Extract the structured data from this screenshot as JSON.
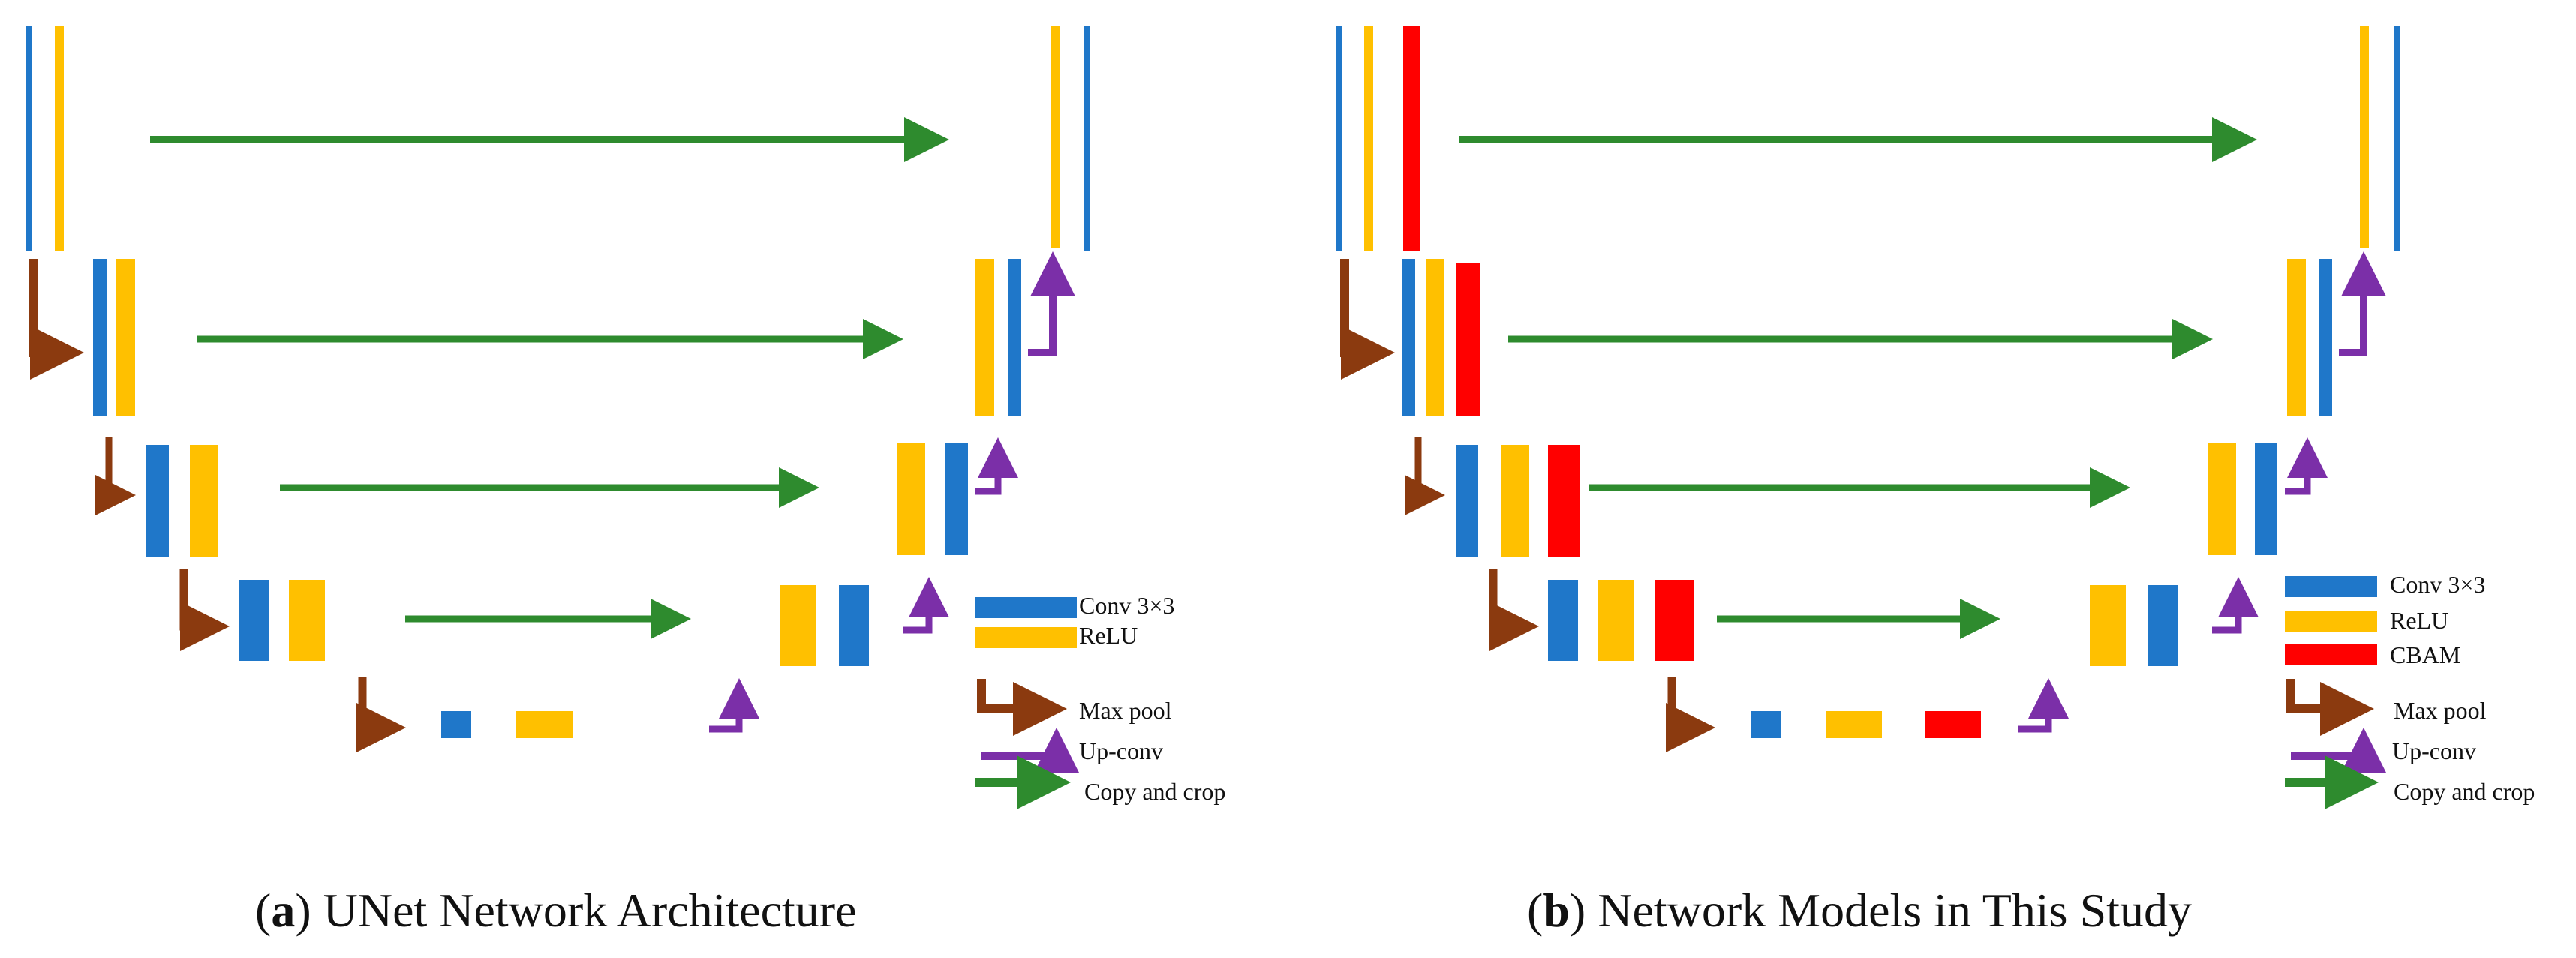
{
  "colors": {
    "conv": "#1f77c9",
    "relu": "#ffc000",
    "cbam": "#ff0000",
    "maxpool": "#8b3a0f",
    "upconv": "#7b2fa8",
    "copy": "#2e8b2e"
  },
  "panels": [
    {
      "id": "a",
      "caption_letter": "a",
      "caption_text": "UNet Network Architecture",
      "legend": [
        {
          "type": "conv",
          "label": "Conv 3×3"
        },
        {
          "type": "relu",
          "label": "ReLU"
        },
        {
          "type": "maxpool",
          "label": "Max pool"
        },
        {
          "type": "upconv",
          "label": "Up-conv"
        },
        {
          "type": "copy",
          "label": "Copy and crop"
        }
      ]
    },
    {
      "id": "b",
      "caption_letter": "b",
      "caption_text": "Network Models in This Study",
      "legend": [
        {
          "type": "conv",
          "label": "Conv 3×3"
        },
        {
          "type": "relu",
          "label": "ReLU"
        },
        {
          "type": "cbam",
          "label": "CBAM"
        },
        {
          "type": "maxpool",
          "label": "Max pool"
        },
        {
          "type": "upconv",
          "label": "Up-conv"
        },
        {
          "type": "copy",
          "label": "Copy and crop"
        }
      ]
    }
  ]
}
